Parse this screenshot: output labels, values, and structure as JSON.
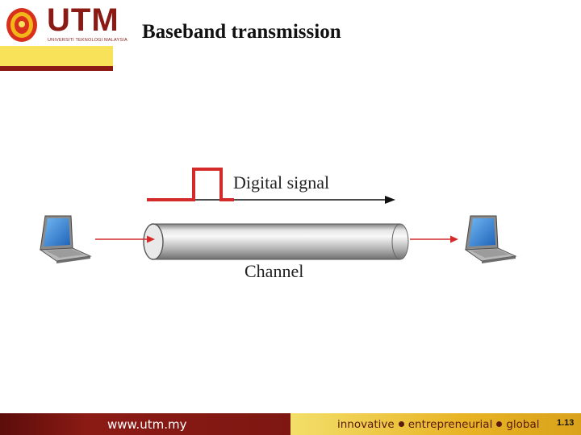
{
  "header": {
    "logo_text": "UTM",
    "logo_subtitle": "UNIVERSITI TEKNOLOGI MALAYSIA",
    "title": "Baseband transmission"
  },
  "diagram": {
    "signal_label": "Digital signal",
    "channel_label": "Channel"
  },
  "footer": {
    "url": "www.utm.my",
    "tagline": [
      "innovative",
      "entrepreneurial",
      "global"
    ],
    "page_number": "1.13"
  },
  "colors": {
    "brand_red": "#8b1a14",
    "brand_yellow": "#f7e25a",
    "signal_red": "#d42a2a"
  }
}
